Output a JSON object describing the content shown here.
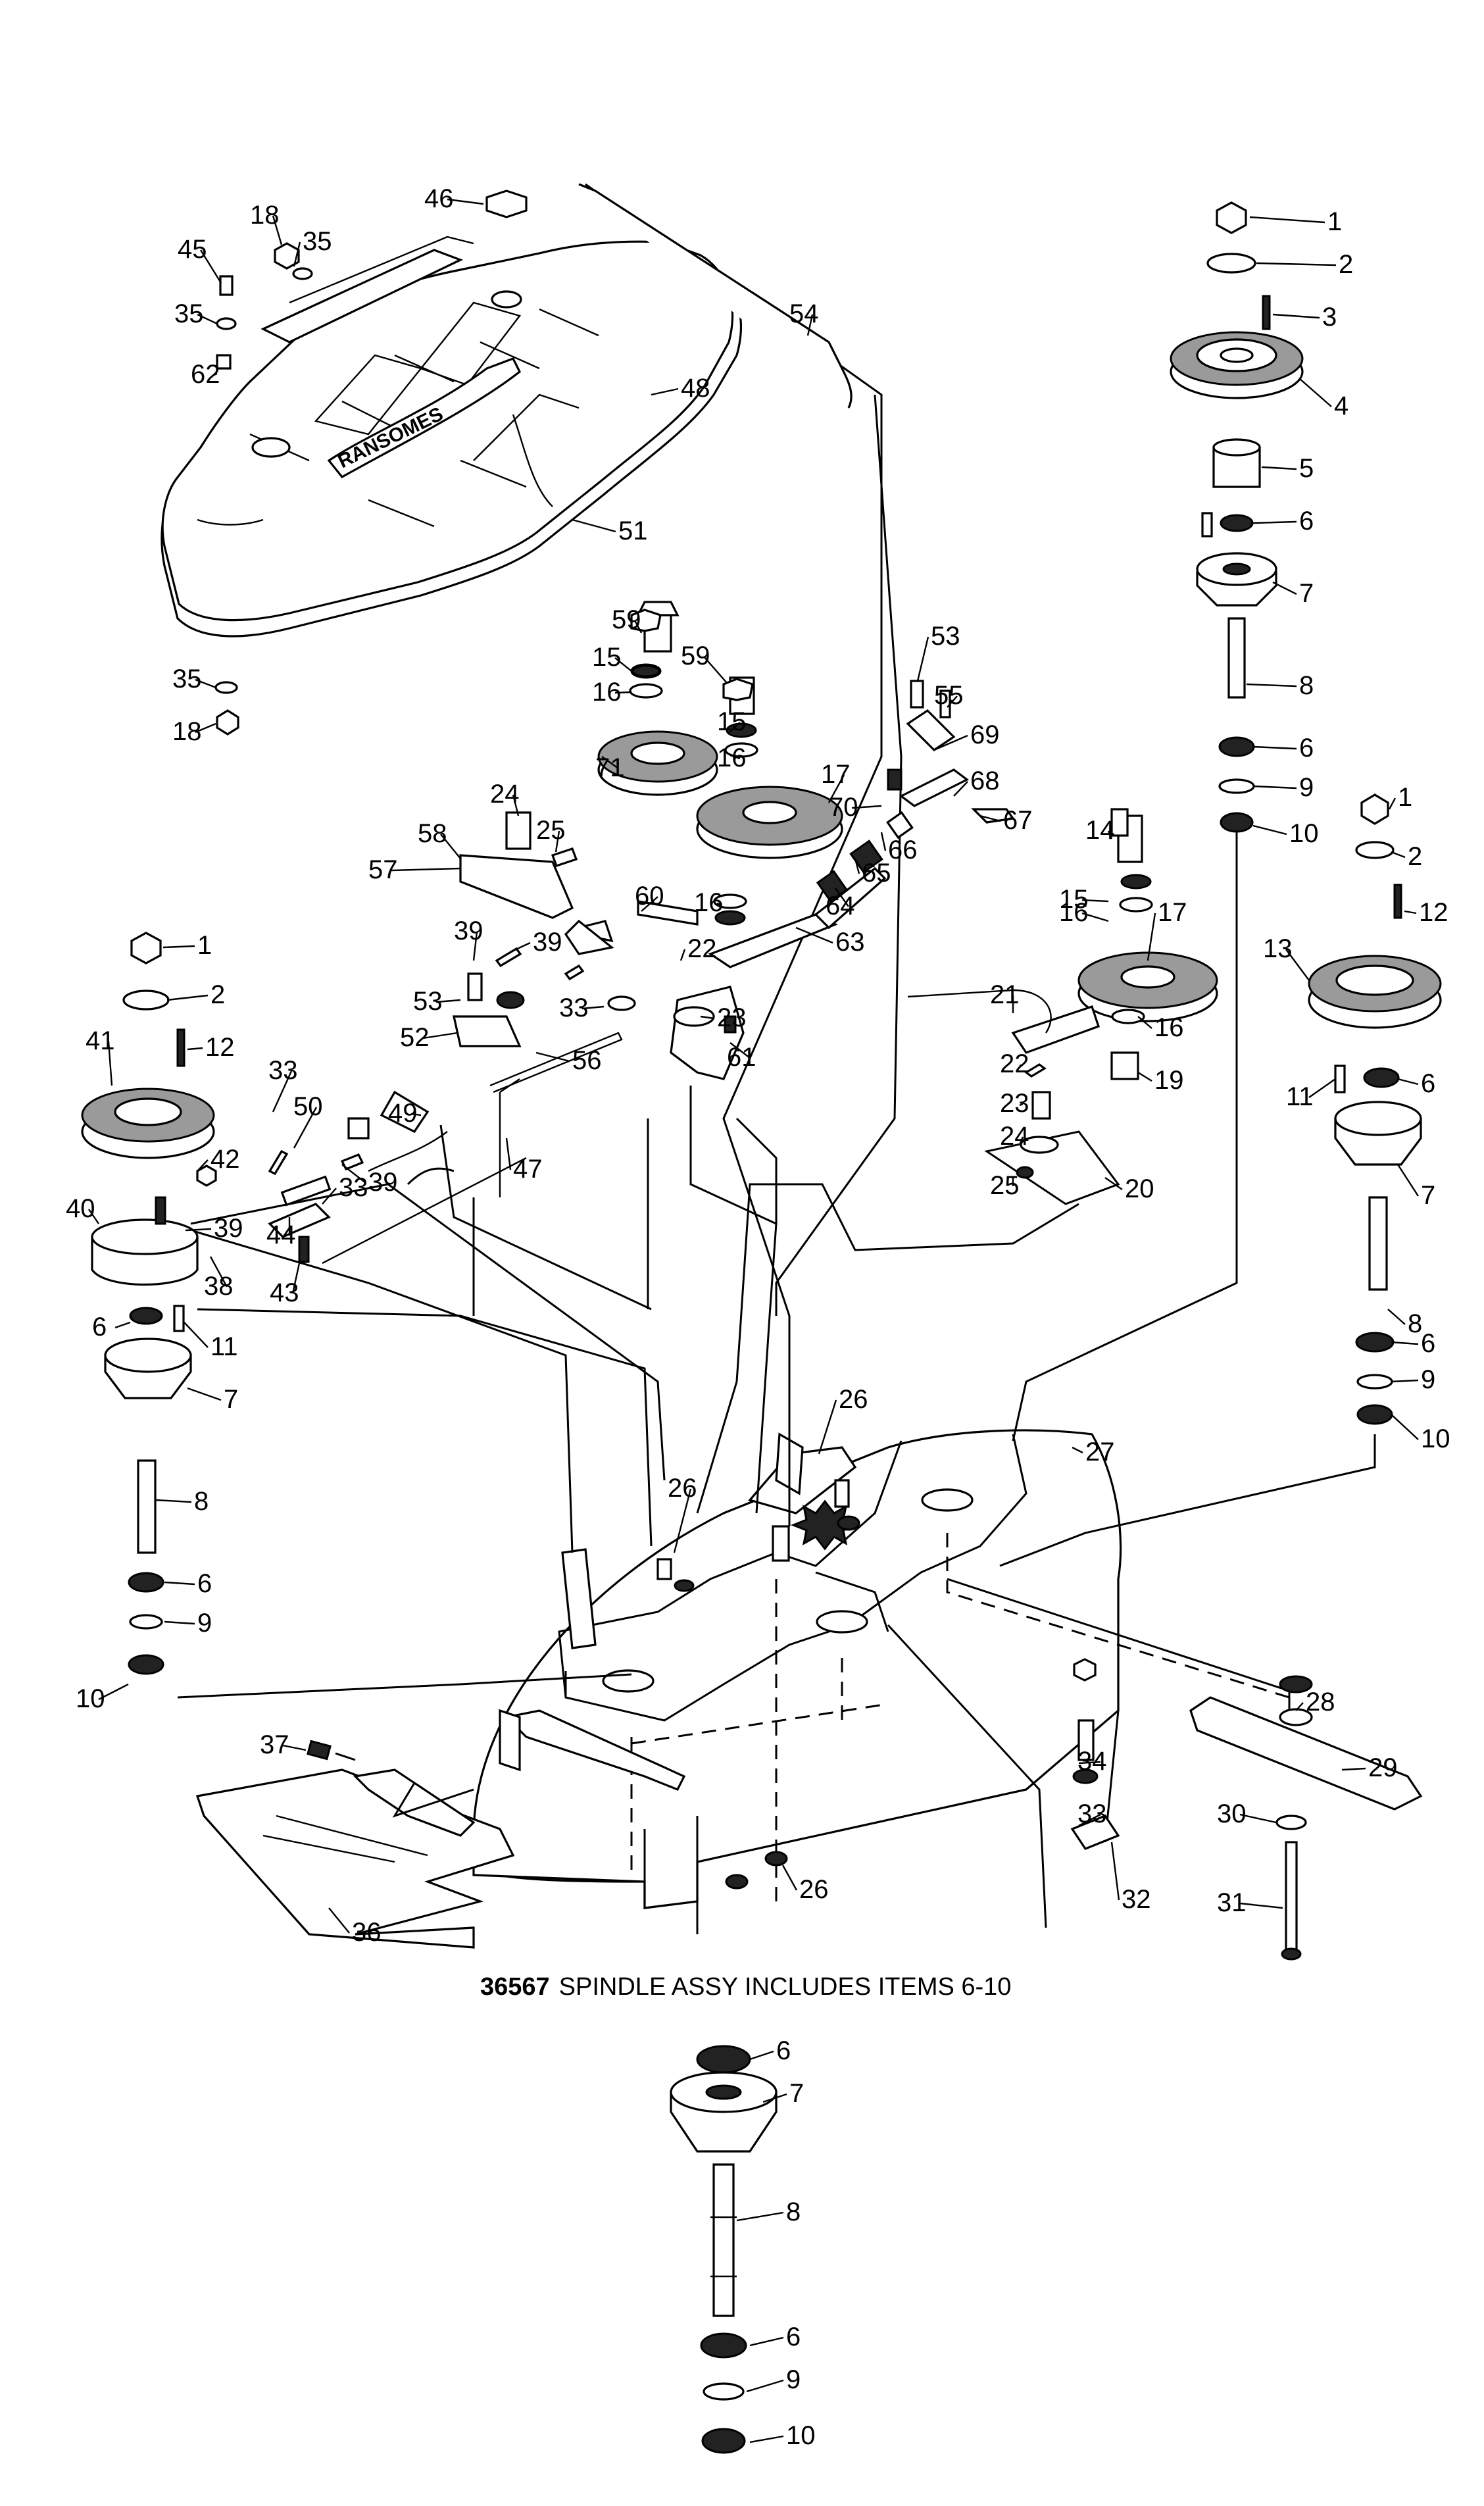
{
  "diagram": {
    "cover_logo_text": "RANSOMES",
    "caption": {
      "part_number": "36567",
      "text": "SPINDLE ASSY INCLUDES ITEMS 6-10"
    },
    "callouts": [
      "1",
      "2",
      "3",
      "4",
      "5",
      "6",
      "7",
      "8",
      "6",
      "9",
      "10",
      "1",
      "2",
      "12",
      "13",
      "11",
      "6",
      "7",
      "8",
      "6",
      "9",
      "10",
      "1",
      "2",
      "12",
      "41",
      "33",
      "50",
      "42",
      "40",
      "39",
      "38",
      "44",
      "43",
      "6",
      "11",
      "7",
      "8",
      "6",
      "9",
      "10",
      "45",
      "18",
      "35",
      "35",
      "46",
      "54",
      "48",
      "62",
      "51",
      "35",
      "18",
      "59",
      "15",
      "16",
      "71",
      "59",
      "15",
      "16",
      "17",
      "53",
      "55",
      "69",
      "70",
      "68",
      "67",
      "66",
      "65",
      "64",
      "16",
      "63",
      "24",
      "25",
      "58",
      "57",
      "60",
      "22",
      "23",
      "61",
      "39",
      "39",
      "53",
      "33",
      "52",
      "56",
      "49",
      "39",
      "33",
      "47",
      "14",
      "15",
      "16",
      "17",
      "16",
      "19",
      "21",
      "22",
      "23",
      "24",
      "25",
      "20",
      "26",
      "27",
      "26",
      "28",
      "29",
      "30",
      "31",
      "34",
      "33",
      "32",
      "26",
      "37",
      "36",
      "6",
      "7",
      "8",
      "6",
      "9",
      "10"
    ]
  }
}
